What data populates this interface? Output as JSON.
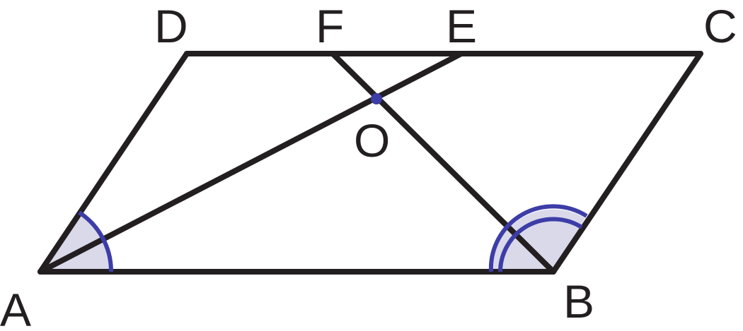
{
  "diagram": {
    "points": {
      "A": "A",
      "B": "B",
      "C": "C",
      "D": "D",
      "E": "E",
      "F": "F",
      "O": "O"
    },
    "segments": [
      "AB",
      "BC",
      "CD",
      "DA",
      "AE",
      "BF"
    ],
    "angle_marks": [
      {
        "vertex": "A",
        "arcs": 1
      },
      {
        "vertex": "B",
        "arcs": 2
      }
    ],
    "colors": {
      "line": "#231f20",
      "angle_arc": "#3d3da8",
      "angle_fill": "#d9d9ea",
      "point_O": "#3d3da8"
    }
  }
}
